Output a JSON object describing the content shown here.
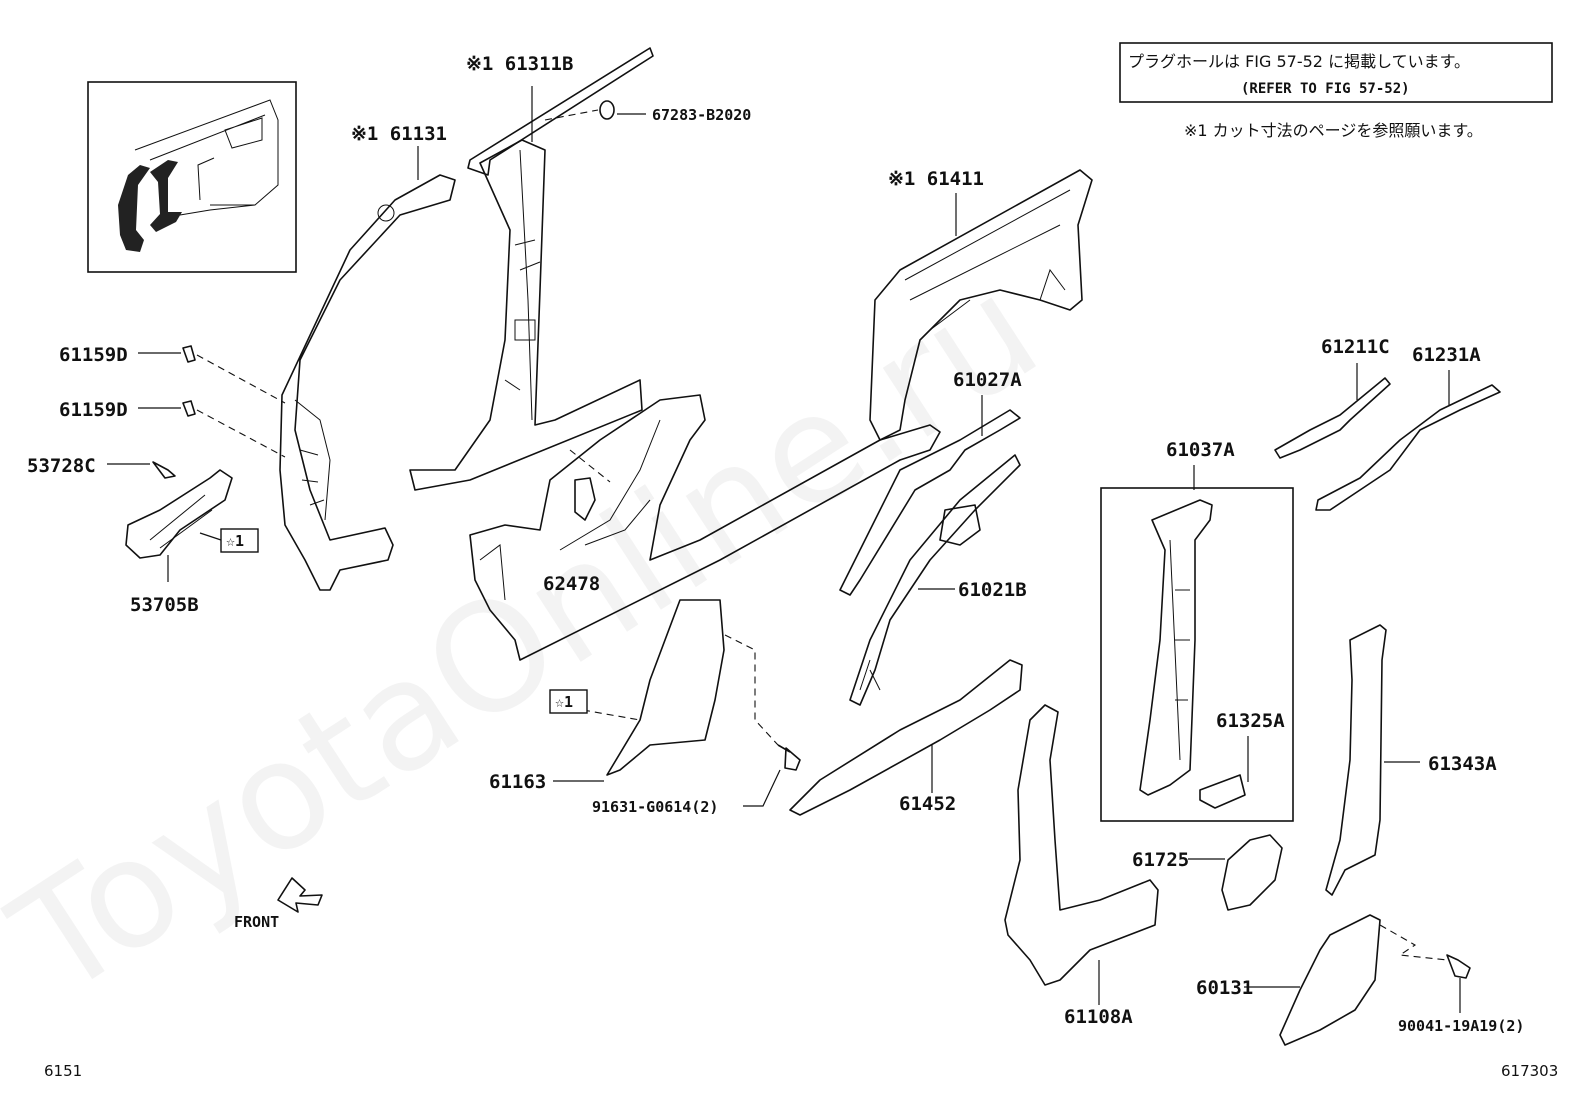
{
  "note": {
    "line1": "プラグホールは FIG 57-52 に掲載しています。",
    "line2": "(REFER TO FIG 57-52)",
    "cut_note": "※1 カット寸法のページを参照願います。"
  },
  "watermark": "ToyotaOnline.ru",
  "front_label": "FRONT",
  "page_left": "6151",
  "page_right": "617303",
  "star_mark": "☆1",
  "parts": {
    "p61311B": "※1 61311B",
    "p67283": "67283-B2020",
    "p61131": "※1 61131",
    "p61411": "※1 61411",
    "p61159D_a": "61159D",
    "p61159D_b": "61159D",
    "p53728C": "53728C",
    "p53705B": "53705B",
    "p62478": "62478",
    "p61027A": "61027A",
    "p61021B": "61021B",
    "p61211C": "61211C",
    "p61231A": "61231A",
    "p61037A": "61037A",
    "p61325A": "61325A",
    "p61343A": "61343A",
    "p61163": "61163",
    "p91631": "91631-G0614(2)",
    "p61452": "61452",
    "p61725": "61725",
    "p60131": "60131",
    "p61108A": "61108A",
    "p90041": "90041-19A19(2)"
  }
}
